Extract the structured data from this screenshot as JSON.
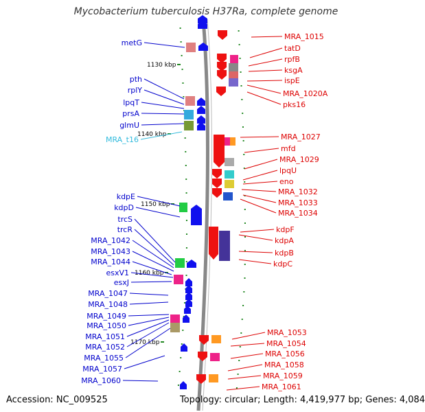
{
  "title": "Mycobacterium tuberculosis H37Ra, complete genome",
  "footer": {
    "accession": "Accession: NC_009525",
    "stats": "Topology: circular; Length: 4,419,977 bp; Genes: 4,084"
  },
  "colors": {
    "plus_label": "#dd0000",
    "minus_label": "#0000cc",
    "rna_label": "#33bbdd",
    "backbone": "#888888",
    "tick": "#228822"
  },
  "scale_marks": [
    {
      "label": "1130 kbp"
    },
    {
      "label": "1140 kbp"
    },
    {
      "label": "1150 kbp"
    },
    {
      "label": "1160 kbp"
    },
    {
      "label": "1170 kbp"
    }
  ],
  "minus_labels": [
    {
      "text": "metG"
    },
    {
      "text": "pth"
    },
    {
      "text": "rplY"
    },
    {
      "text": "lpqT"
    },
    {
      "text": "prsA"
    },
    {
      "text": "glmU"
    },
    {
      "text": "MRA_t16",
      "rna": true
    },
    {
      "text": "kdpE"
    },
    {
      "text": "kdpD"
    },
    {
      "text": "trcS"
    },
    {
      "text": "trcR"
    },
    {
      "text": "MRA_1042"
    },
    {
      "text": "MRA_1043"
    },
    {
      "text": "MRA_1044"
    },
    {
      "text": "esxV1"
    },
    {
      "text": "esxJ"
    },
    {
      "text": "MRA_1047"
    },
    {
      "text": "MRA_1048"
    },
    {
      "text": "MRA_1049"
    },
    {
      "text": "MRA_1050"
    },
    {
      "text": "MRA_1051"
    },
    {
      "text": "MRA_1052"
    },
    {
      "text": "MRA_1055"
    },
    {
      "text": "MRA_1057"
    },
    {
      "text": "MRA_1060"
    }
  ],
  "plus_labels": [
    {
      "text": "MRA_1015"
    },
    {
      "text": "tatD"
    },
    {
      "text": "rpfB"
    },
    {
      "text": "ksgA"
    },
    {
      "text": "ispE"
    },
    {
      "text": "MRA_1020A"
    },
    {
      "text": "pks16"
    },
    {
      "text": "MRA_1027"
    },
    {
      "text": "mfd"
    },
    {
      "text": "MRA_1029"
    },
    {
      "text": "lpqU"
    },
    {
      "text": "eno"
    },
    {
      "text": "MRA_1032"
    },
    {
      "text": "MRA_1033"
    },
    {
      "text": "MRA_1034"
    },
    {
      "text": "kdpF"
    },
    {
      "text": "kdpA"
    },
    {
      "text": "kdpB"
    },
    {
      "text": "kdpC"
    },
    {
      "text": "MRA_1053"
    },
    {
      "text": "MRA_1054"
    },
    {
      "text": "MRA_1056"
    },
    {
      "text": "MRA_1058"
    },
    {
      "text": "MRA_1059"
    },
    {
      "text": "MRA_1061"
    }
  ]
}
